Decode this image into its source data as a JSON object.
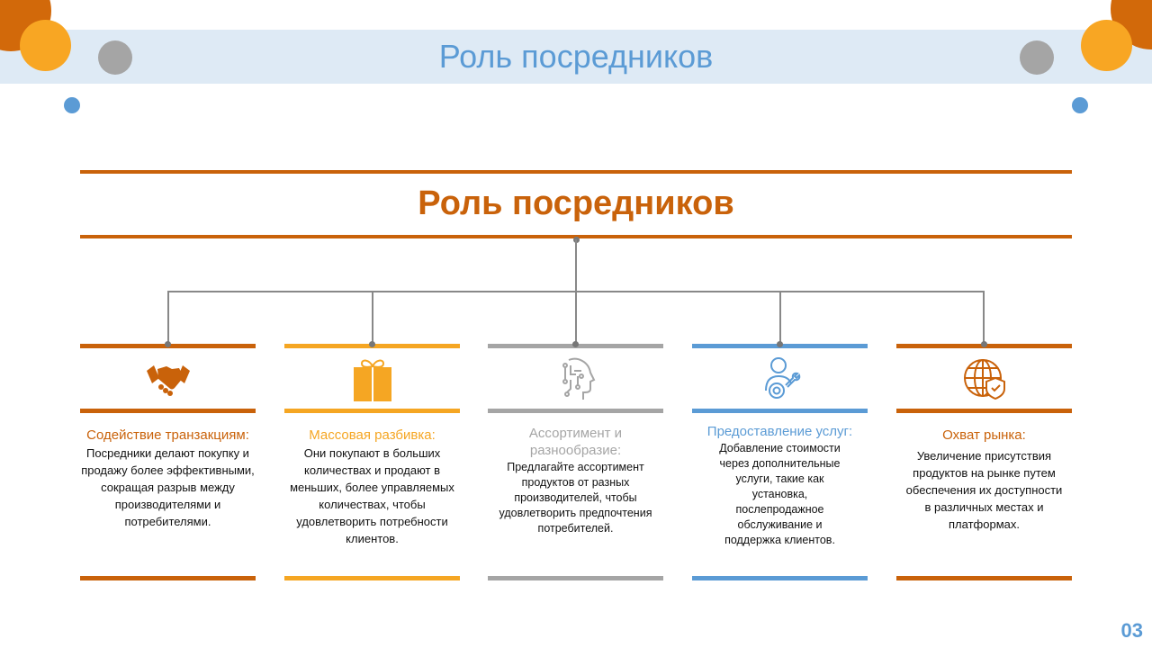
{
  "header": {
    "title": "Роль посредников"
  },
  "diagram": {
    "title": "Роль посредников",
    "items": [
      {
        "title": "Содействие транзакциям:",
        "body": "Посредники делают покупку и продажу более эффективными, сокращая разрыв между производителями и потребителями.",
        "icon": "handshake-icon",
        "color": "#C9620A"
      },
      {
        "title": "Массовая разбивка:",
        "body": "Они покупают в больших количествах и продают в меньших, более управляемых количествах, чтобы удовлетворить потребности клиентов.",
        "icon": "gift-box-icon",
        "color": "#F5A623"
      },
      {
        "title": "Ассортимент и разнообразие:",
        "body": "Предлагайте ассортимент продуктов от разных производителей, чтобы удовлетворить предпочтения потребителей.",
        "icon": "ai-head-icon",
        "color": "#A5A5A5"
      },
      {
        "title": "Предоставление услуг:",
        "body": "Добавление стоимости через дополнительные услуги, такие как установка, послепродажное обслуживание и поддержка клиентов.",
        "icon": "user-gear-icon",
        "color": "#5B9BD5"
      },
      {
        "title": "Охват рынка:",
        "body": "Увеличение присутствия продуктов на рынке путем обеспечения их доступности в различных местах и платформах.",
        "icon": "globe-shield-icon",
        "color": "#C9620A"
      }
    ]
  },
  "page_number": "03"
}
